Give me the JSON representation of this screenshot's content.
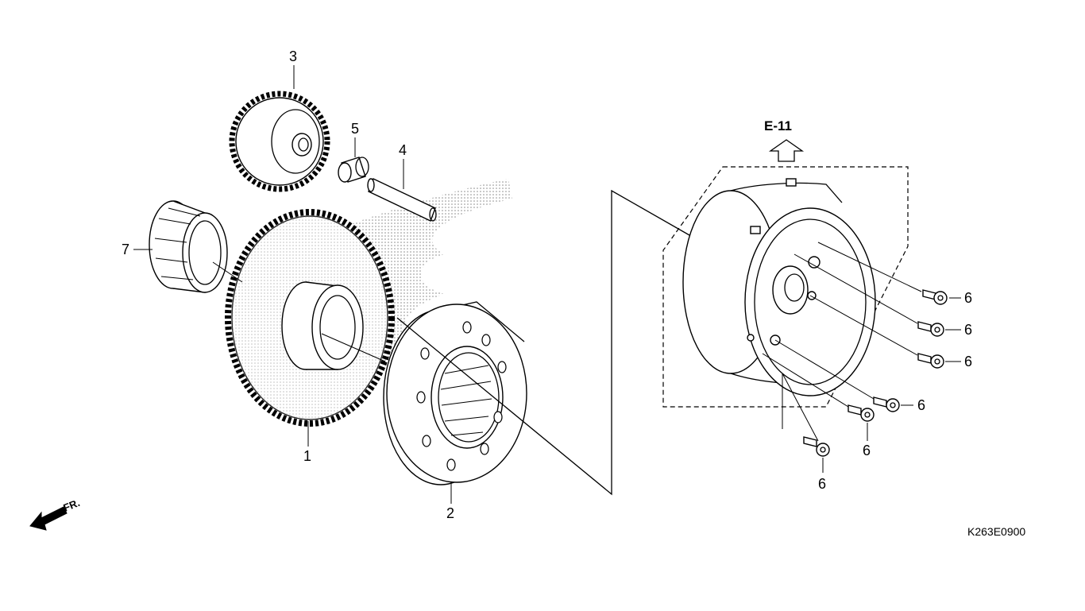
{
  "diagram": {
    "callouts": {
      "c1": "1",
      "c2": "2",
      "c3": "3",
      "c4": "4",
      "c5": "5",
      "c6a": "6",
      "c6b": "6",
      "c6c": "6",
      "c6d": "6",
      "c6e": "6",
      "c6f": "6",
      "c7": "7"
    },
    "reference": "E-11",
    "direction": "FR.",
    "code": "K263E0900"
  }
}
